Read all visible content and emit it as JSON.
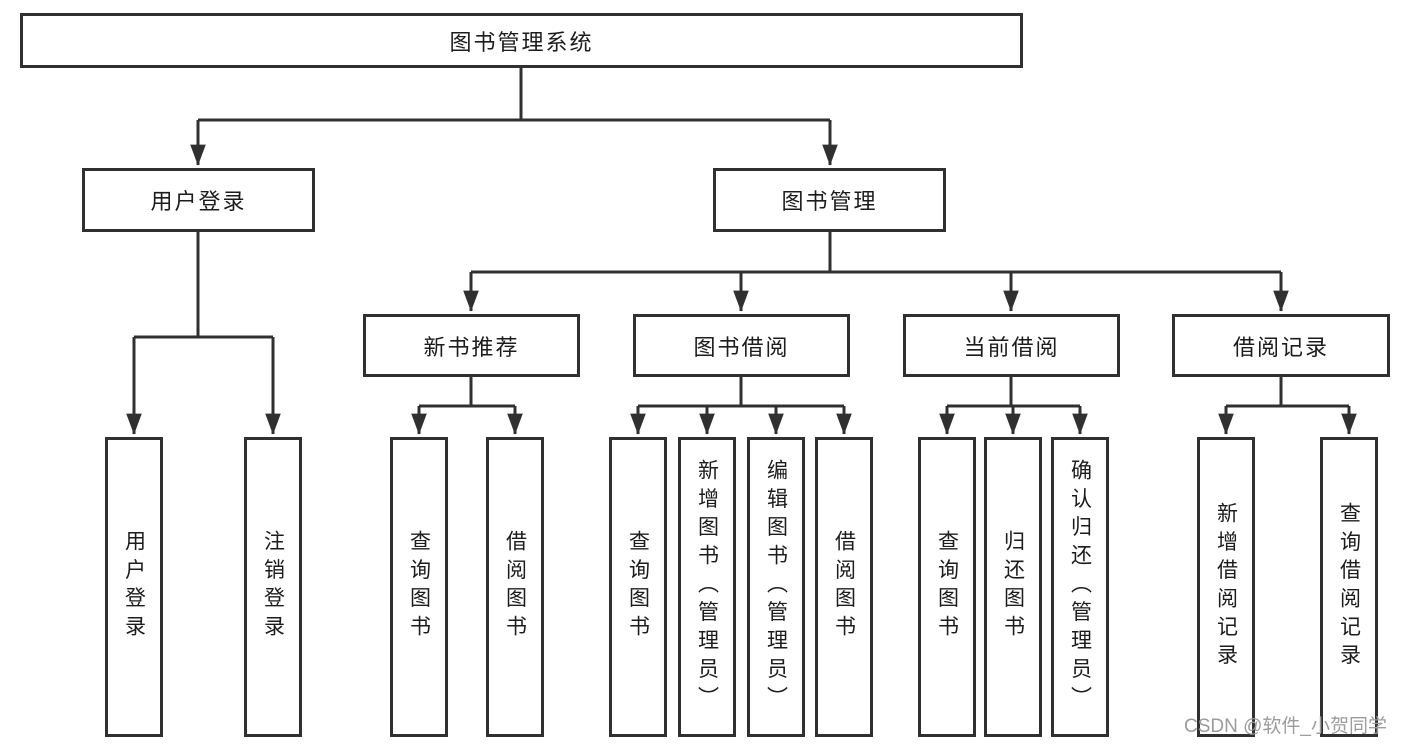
{
  "diagram": {
    "tree": {
      "label": "图书管理系统",
      "children": [
        {
          "label": "用户登录",
          "children": [
            {
              "label": "用户登录"
            },
            {
              "label": "注销登录"
            }
          ]
        },
        {
          "label": "图书管理",
          "children": [
            {
              "label": "新书推荐",
              "children": [
                {
                  "label": "查询图书"
                },
                {
                  "label": "借阅图书"
                }
              ]
            },
            {
              "label": "图书借阅",
              "children": [
                {
                  "label": "查询图书"
                },
                {
                  "label": "新增图书（管理员）"
                },
                {
                  "label": "编辑图书（管理员）"
                },
                {
                  "label": "借阅图书"
                }
              ]
            },
            {
              "label": "当前借阅",
              "children": [
                {
                  "label": "查询图书"
                },
                {
                  "label": "归还图书"
                },
                {
                  "label": "确认归还（管理员）"
                }
              ]
            },
            {
              "label": "借阅记录",
              "children": [
                {
                  "label": "新增借阅记录"
                },
                {
                  "label": "查询借阅记录"
                }
              ]
            }
          ]
        }
      ]
    },
    "watermark": "CSDN @软件_小贺同学"
  },
  "colors": {
    "line": "#303030",
    "text": "#1c1c1c",
    "box_background": "#ffffff",
    "watermark": "#9c9c9c",
    "background": "#ffffff"
  }
}
